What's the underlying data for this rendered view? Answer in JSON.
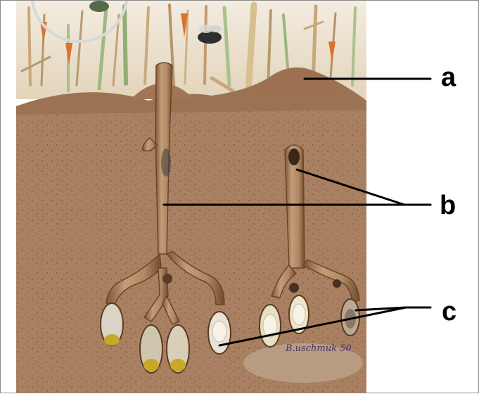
{
  "labels": {
    "a": "a",
    "b": "b",
    "c": "c"
  },
  "signature": "B.uschmuk 50",
  "colors": {
    "soil": "#a87f5e",
    "soil_dark": "#9a7052",
    "sky": "#ece2cf",
    "burrow": "#b08a66",
    "burrow_edge": "#6e4a30",
    "line": "#000000"
  }
}
